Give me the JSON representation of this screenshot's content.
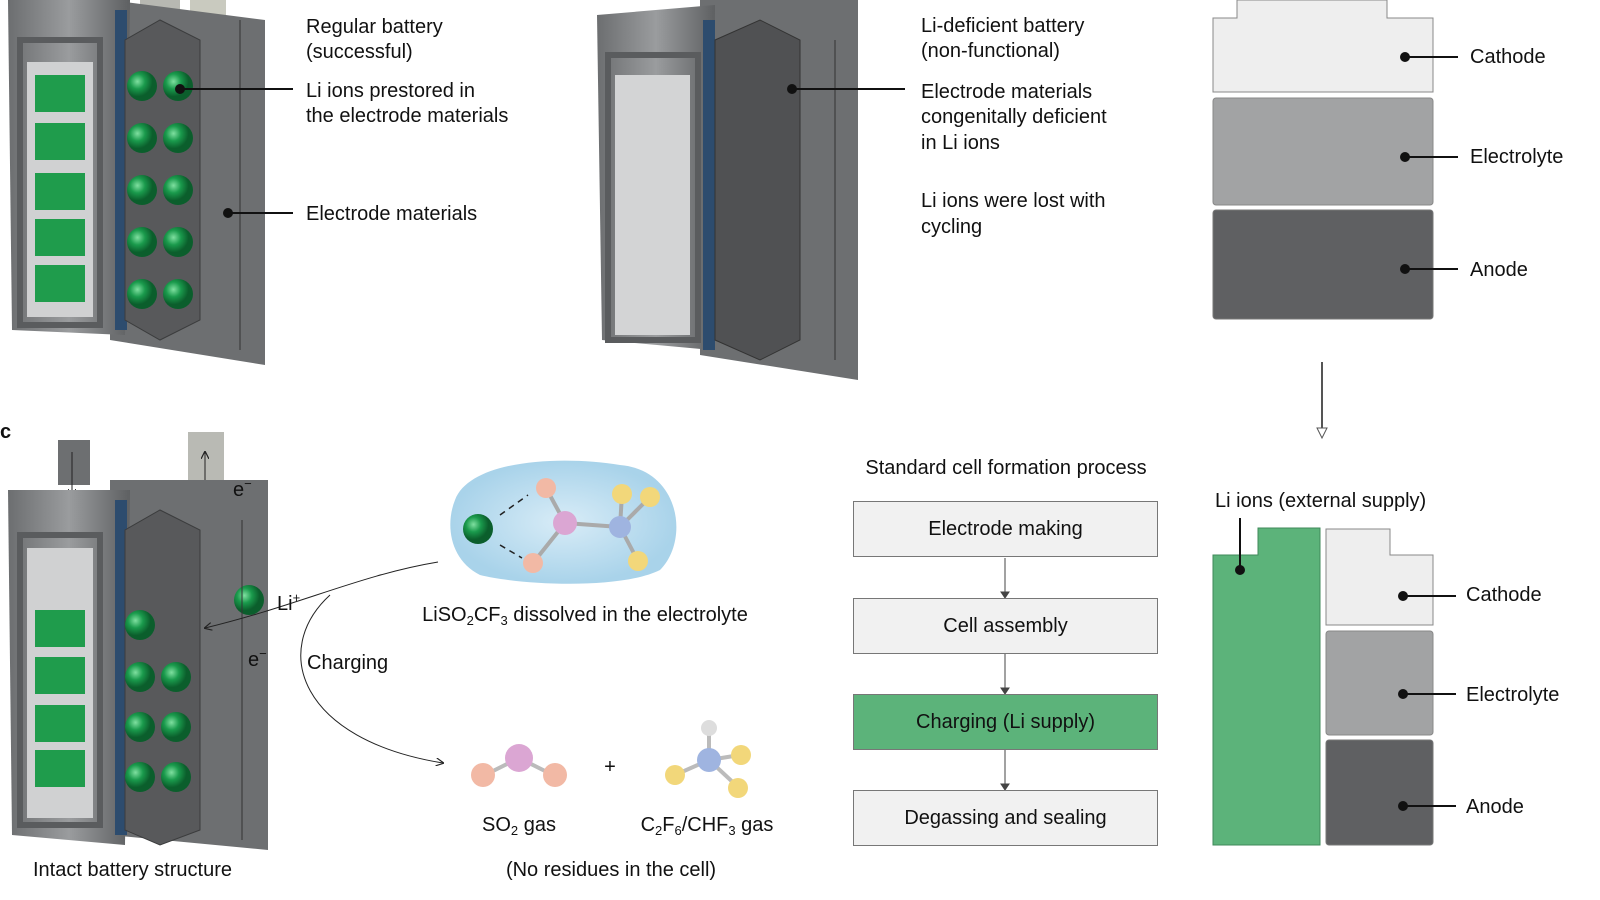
{
  "panel_a": {
    "title_1": "Regular battery",
    "title_2": "(successful)",
    "li_label_1": "Li ions prestored in",
    "li_label_2": "the electrode materials",
    "electrode_label": "Electrode materials"
  },
  "panel_b": {
    "title_1": "Li-deficient battery",
    "title_2": "(non-functional)",
    "deficient_1": "Electrode materials",
    "deficient_2": "congenitally deficient",
    "deficient_3": "in Li ions",
    "lost_1": "Li ions were lost with",
    "lost_2": "cycling"
  },
  "stack_top": {
    "cathode": "Cathode",
    "electrolyte": "Electrolyte",
    "anode": "Anode"
  },
  "panel_c": {
    "letter": "c",
    "electron": "e",
    "electron_sup": "−",
    "li": "Li",
    "li_sup": "+",
    "charging": "Charging",
    "battery_caption": "Intact battery structure",
    "salt": {
      "a": "LiSO",
      "b": "2",
      "c": "CF",
      "d": "3",
      "e": " dissolved in the electrolyte"
    },
    "plus": "+",
    "so2": {
      "a": "SO",
      "b": "2",
      "c": " gas"
    },
    "cf": {
      "a": "C",
      "b": "2",
      "c": "F",
      "d": "6",
      "e": "/CHF",
      "f": "3",
      "g": " gas"
    },
    "no_residue": "(No residues in the cell)"
  },
  "flow": {
    "title": "Standard cell formation process",
    "steps": [
      "Electrode making",
      "Cell assembly",
      "Charging (Li supply)",
      "Degassing and sealing"
    ]
  },
  "stack_bottom": {
    "supply": "Li ions (external supply)",
    "cathode": "Cathode",
    "electrolyte": "Electrolyte",
    "anode": "Anode"
  },
  "colors": {
    "li_green": "#1a9a4c",
    "cell_green": "#5cb37a",
    "highlight_step": "#5cb37a"
  }
}
